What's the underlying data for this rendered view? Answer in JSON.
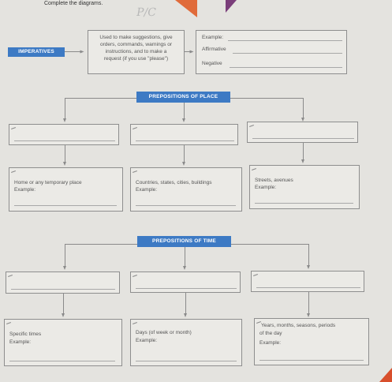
{
  "header": {
    "instruction": "Complete the diagrams.",
    "handwriting": "P/C"
  },
  "imperatives": {
    "label": "IMPERATIVES",
    "definition": [
      "Used to make suggestions, give",
      "orders, commands, warnings or",
      "instructions, and to make a",
      "request (if you use \"please\")"
    ],
    "example_label": "Example:",
    "affirmative_label": "Affirmative",
    "negative_label": "Negative"
  },
  "place": {
    "title": "PREPOSITIONS OF PLACE",
    "cats": [
      {
        "desc": "Home or any temporary place",
        "example": "Example:"
      },
      {
        "desc": "Countries, states, cities, buildings",
        "example": "Example:"
      },
      {
        "desc": "Streets, avenues",
        "example": "Example:"
      }
    ]
  },
  "time": {
    "title": "PREPOSITIONS OF TIME",
    "cats": [
      {
        "desc": "Specific times",
        "example": "Example:"
      },
      {
        "desc": "Days (of week or month)",
        "example": "Example:"
      },
      {
        "desc": "Years, months, seasons, periods",
        "desc2": "of the day",
        "example": "Example:"
      }
    ]
  }
}
